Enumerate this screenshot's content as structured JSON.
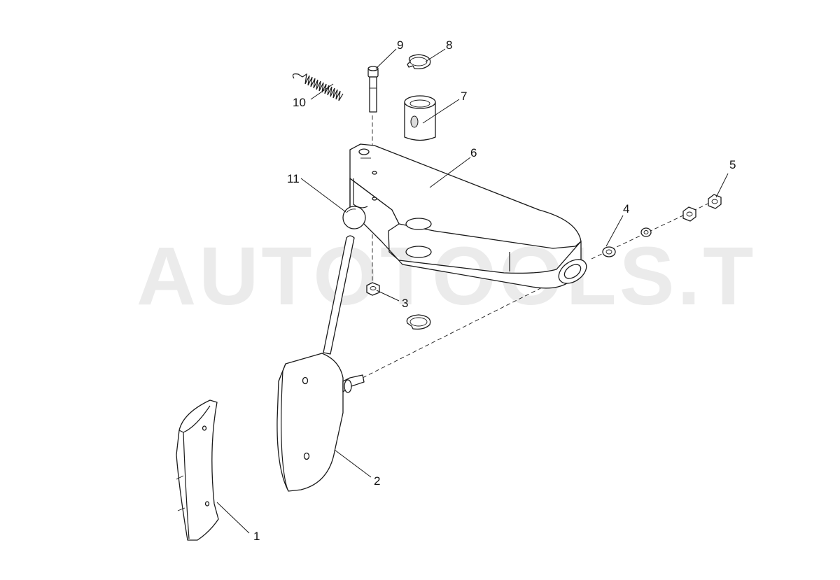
{
  "watermark": "AUTOTOOLS.T",
  "callouts": {
    "c1": "1",
    "c2": "2",
    "c3": "3",
    "c4": "4",
    "c5": "5",
    "c6": "6",
    "c7": "7",
    "c8": "8",
    "c9": "9",
    "c10": "10",
    "c11": "11"
  },
  "colors": {
    "line": "#1a1a1a",
    "background": "#ffffff",
    "watermark": "#ebebeb"
  }
}
